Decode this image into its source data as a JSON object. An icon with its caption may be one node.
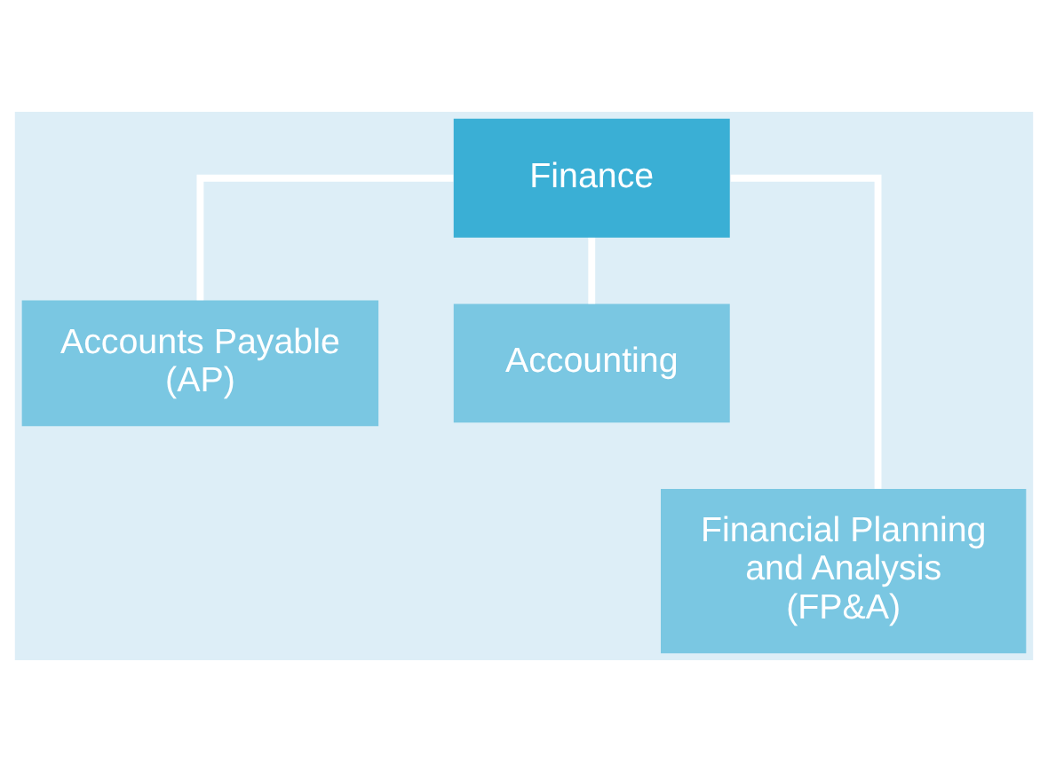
{
  "diagram": {
    "nodes": [
      {
        "text": [
          "Finance"
        ]
      },
      {
        "text": [
          "Accounts Payable (AP)"
        ]
      },
      {
        "text": [
          "Accounting"
        ]
      },
      {
        "text": [
          "Financial Planning and Analysis (FP&A)"
        ]
      }
    ],
    "edges": [
      {
        "from": 0,
        "to": 1,
        "arrow": "none"
      },
      {
        "from": 0,
        "to": 2,
        "arrow": "none"
      },
      {
        "from": 0,
        "to": 3,
        "arrow": "none"
      }
    ]
  }
}
